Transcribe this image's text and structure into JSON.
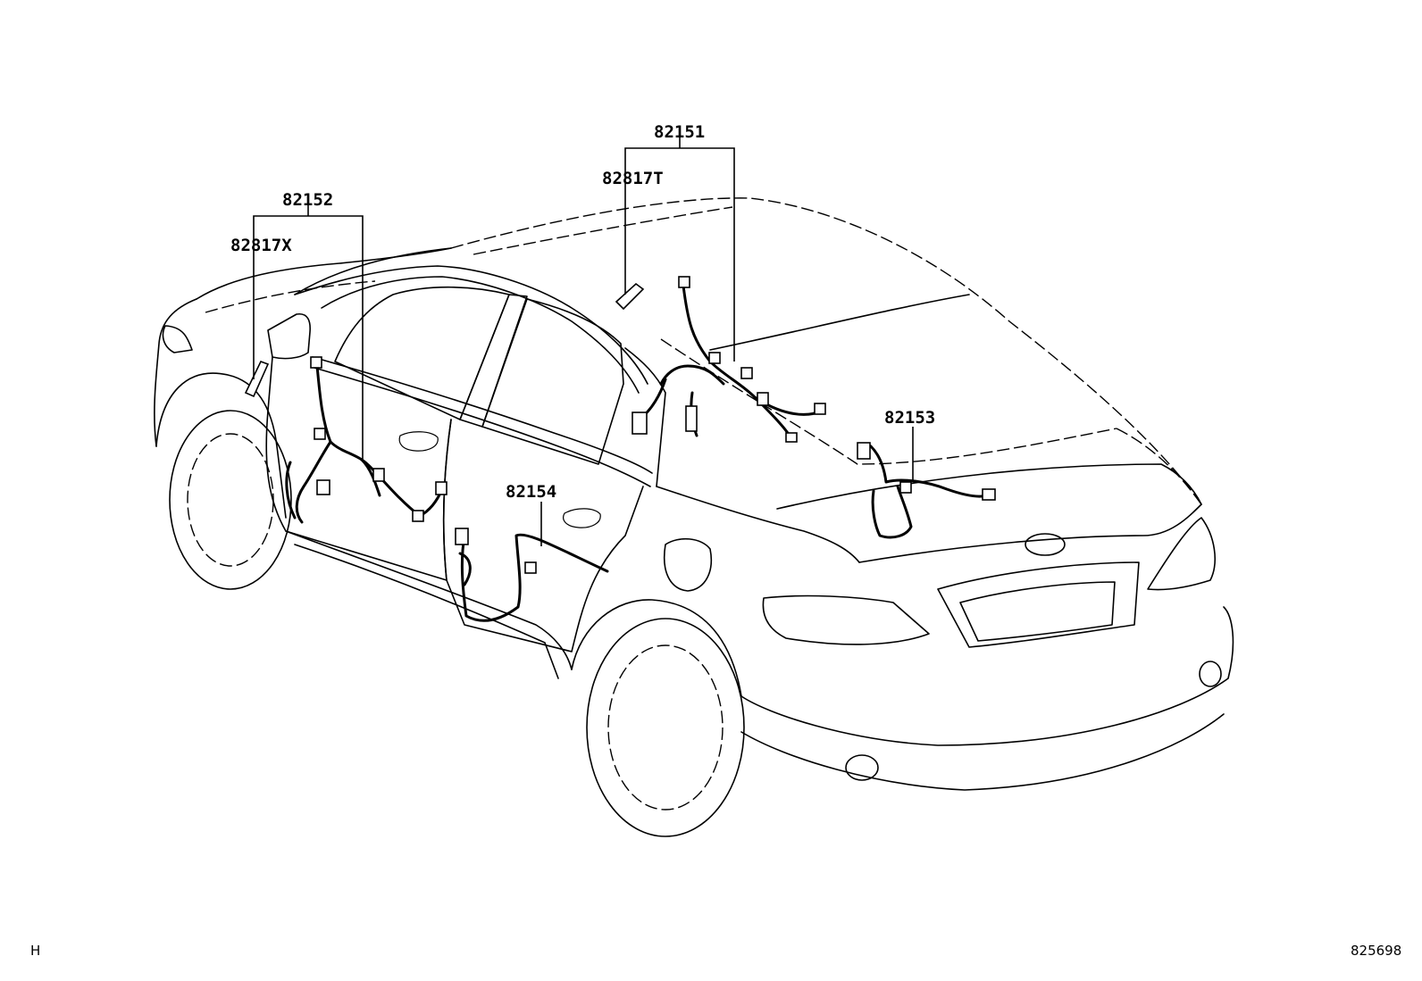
{
  "callouts": [
    {
      "id": "harness-82151",
      "text": "82151"
    },
    {
      "id": "part-82817T",
      "text": "82817T"
    },
    {
      "id": "harness-82152",
      "text": "82152"
    },
    {
      "id": "part-82817X",
      "text": "82817X"
    },
    {
      "id": "harness-82153",
      "text": "82153"
    },
    {
      "id": "harness-82154",
      "text": "82154"
    }
  ],
  "footer": {
    "left_mark": "H",
    "diagram_number": "825698"
  }
}
